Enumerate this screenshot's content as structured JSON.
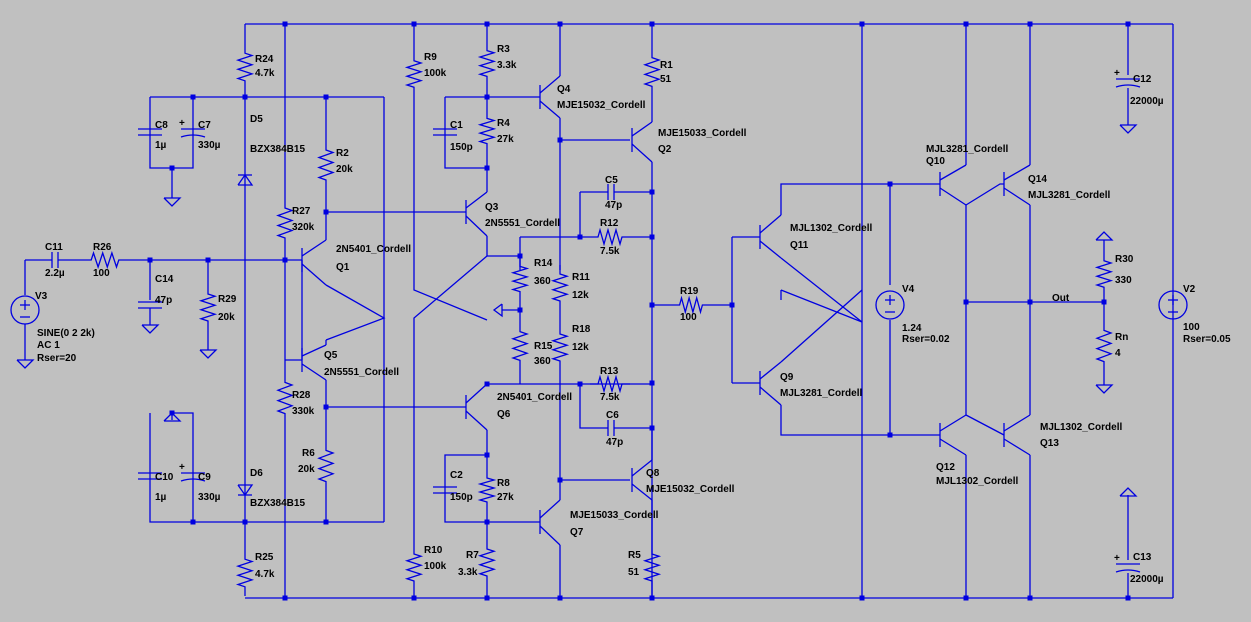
{
  "colors": {
    "background": "#c0c0c0",
    "wire": "#0000e0",
    "text": "#000000"
  },
  "labels": [
    {
      "id": "r24",
      "t": "R24"
    },
    {
      "id": "r24v",
      "t": "4.7k"
    },
    {
      "id": "r9",
      "t": "R9"
    },
    {
      "id": "r9v",
      "t": "100k"
    },
    {
      "id": "r3",
      "t": "R3"
    },
    {
      "id": "r3v",
      "t": "3.3k"
    },
    {
      "id": "q4",
      "t": "Q4"
    },
    {
      "id": "q4m",
      "t": "MJE15032_Cordell"
    },
    {
      "id": "r1",
      "t": "R1"
    },
    {
      "id": "r1v",
      "t": "51"
    },
    {
      "id": "q2m",
      "t": "MJE15033_Cordell"
    },
    {
      "id": "q2",
      "t": "Q2"
    },
    {
      "id": "c12",
      "t": "C12"
    },
    {
      "id": "c12v",
      "t": "22000µ"
    },
    {
      "id": "c8",
      "t": "C8"
    },
    {
      "id": "c8v",
      "t": "1µ"
    },
    {
      "id": "c7",
      "t": "C7"
    },
    {
      "id": "c7v",
      "t": "330µ"
    },
    {
      "id": "d5",
      "t": "D5"
    },
    {
      "id": "d5m",
      "t": "BZX384B15"
    },
    {
      "id": "r2",
      "t": "R2"
    },
    {
      "id": "r2v",
      "t": "20k"
    },
    {
      "id": "c1",
      "t": "C1"
    },
    {
      "id": "c1v",
      "t": "150p"
    },
    {
      "id": "r4",
      "t": "R4"
    },
    {
      "id": "r4v",
      "t": "27k"
    },
    {
      "id": "q10",
      "t": "Q10"
    },
    {
      "id": "q10m",
      "t": "MJL3281_Cordell"
    },
    {
      "id": "q14",
      "t": "Q14"
    },
    {
      "id": "q14m",
      "t": "MJL3281_Cordell"
    },
    {
      "id": "c5",
      "t": "C5"
    },
    {
      "id": "c5v",
      "t": "47p"
    },
    {
      "id": "q3",
      "t": "Q3"
    },
    {
      "id": "q3m",
      "t": "2N5551_Cordell"
    },
    {
      "id": "r12",
      "t": "R12"
    },
    {
      "id": "r12v",
      "t": "7.5k"
    },
    {
      "id": "r27",
      "t": "R27"
    },
    {
      "id": "r27v",
      "t": "320k"
    },
    {
      "id": "q11m",
      "t": "MJL1302_Cordell"
    },
    {
      "id": "q11",
      "t": "Q11"
    },
    {
      "id": "c11",
      "t": "C11"
    },
    {
      "id": "c11v",
      "t": "2.2µ"
    },
    {
      "id": "r26",
      "t": "R26"
    },
    {
      "id": "r26v",
      "t": "100"
    },
    {
      "id": "q1m",
      "t": "2N5401_Cordell"
    },
    {
      "id": "q1",
      "t": "Q1"
    },
    {
      "id": "r14",
      "t": "R14"
    },
    {
      "id": "r14v",
      "t": "360"
    },
    {
      "id": "r11",
      "t": "R11"
    },
    {
      "id": "r11v",
      "t": "12k"
    },
    {
      "id": "r30",
      "t": "R30"
    },
    {
      "id": "r30v",
      "t": "330"
    },
    {
      "id": "c14",
      "t": "C14"
    },
    {
      "id": "c14v",
      "t": "47p"
    },
    {
      "id": "v3",
      "t": "V3"
    },
    {
      "id": "r29",
      "t": "R29"
    },
    {
      "id": "r29v",
      "t": "20k"
    },
    {
      "id": "r19",
      "t": "R19"
    },
    {
      "id": "r19v",
      "t": "100"
    },
    {
      "id": "v4",
      "t": "V4"
    },
    {
      "id": "v4v",
      "t": "1.24"
    },
    {
      "id": "v4r",
      "t": "Rser=0.02"
    },
    {
      "id": "out",
      "t": "Out"
    },
    {
      "id": "v2",
      "t": "V2"
    },
    {
      "id": "v2v",
      "t": "100"
    },
    {
      "id": "v2r",
      "t": "Rser=0.05"
    },
    {
      "id": "v3s",
      "t": "SINE(0 2 2k)"
    },
    {
      "id": "v3a",
      "t": "AC 1"
    },
    {
      "id": "v3r",
      "t": "Rser=20"
    },
    {
      "id": "r18",
      "t": "R18"
    },
    {
      "id": "r18v",
      "t": "12k"
    },
    {
      "id": "rn",
      "t": "Rn"
    },
    {
      "id": "rnv",
      "t": "4"
    },
    {
      "id": "r15",
      "t": "R15"
    },
    {
      "id": "r15v",
      "t": "360"
    },
    {
      "id": "q5",
      "t": "Q5"
    },
    {
      "id": "q5m",
      "t": "2N5551_Cordell"
    },
    {
      "id": "q9",
      "t": "Q9"
    },
    {
      "id": "q9m",
      "t": "MJL3281_Cordell"
    },
    {
      "id": "r13",
      "t": "R13"
    },
    {
      "id": "r13v",
      "t": "7.5k"
    },
    {
      "id": "q6m",
      "t": "2N5401_Cordell"
    },
    {
      "id": "q6",
      "t": "Q6"
    },
    {
      "id": "r28",
      "t": "R28"
    },
    {
      "id": "r28v",
      "t": "330k"
    },
    {
      "id": "c6",
      "t": "C6"
    },
    {
      "id": "c6v",
      "t": "47p"
    },
    {
      "id": "q13m",
      "t": "MJL1302_Cordell"
    },
    {
      "id": "q13",
      "t": "Q13"
    },
    {
      "id": "r6",
      "t": "R6"
    },
    {
      "id": "r6v",
      "t": "20k"
    },
    {
      "id": "q12",
      "t": "Q12"
    },
    {
      "id": "q12m",
      "t": "MJL1302_Cordell"
    },
    {
      "id": "c10",
      "t": "C10"
    },
    {
      "id": "c10v",
      "t": "1µ"
    },
    {
      "id": "c9",
      "t": "C9"
    },
    {
      "id": "c9v",
      "t": "330µ"
    },
    {
      "id": "d6",
      "t": "D6"
    },
    {
      "id": "d6m",
      "t": "BZX384B15"
    },
    {
      "id": "c2",
      "t": "C2"
    },
    {
      "id": "c2v",
      "t": "150p"
    },
    {
      "id": "q8",
      "t": "Q8"
    },
    {
      "id": "q8m",
      "t": "MJE15032_Cordell"
    },
    {
      "id": "r8",
      "t": "R8"
    },
    {
      "id": "r8v",
      "t": "27k"
    },
    {
      "id": "q7m",
      "t": "MJE15033_Cordell"
    },
    {
      "id": "q7",
      "t": "Q7"
    },
    {
      "id": "r10",
      "t": "R10"
    },
    {
      "id": "r10v",
      "t": "100k"
    },
    {
      "id": "r7",
      "t": "R7"
    },
    {
      "id": "r7v",
      "t": "3.3k"
    },
    {
      "id": "r5",
      "t": "R5"
    },
    {
      "id": "r5v",
      "t": "51"
    },
    {
      "id": "r25",
      "t": "R25"
    },
    {
      "id": "r25v",
      "t": "4.7k"
    },
    {
      "id": "c13",
      "t": "C13"
    },
    {
      "id": "c13v",
      "t": "22000µ"
    }
  ]
}
